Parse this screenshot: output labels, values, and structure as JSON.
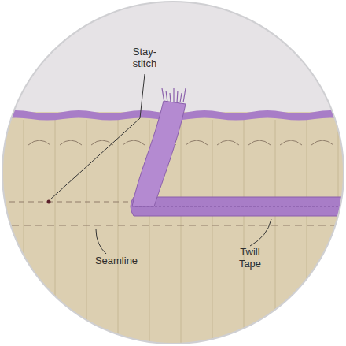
{
  "diagram": {
    "labels": [
      "Stay- stitch",
      "Seamline",
      "Twill Tape"
    ]
  }
}
